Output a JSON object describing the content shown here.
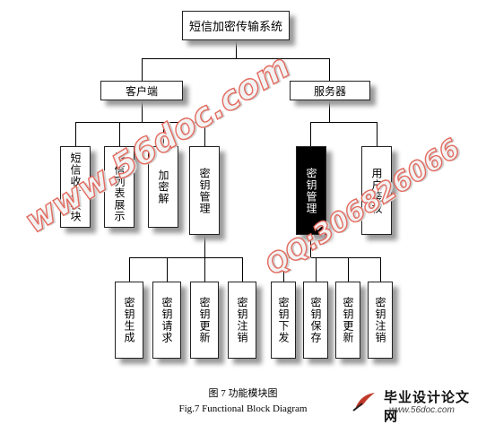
{
  "diagram": {
    "root": "短信加密传输系统",
    "client": "客户端",
    "server": "服务器",
    "client_modules": [
      "短信收发模块",
      "短信列表展示",
      "加密解",
      "密钥管理"
    ],
    "server_modules": [
      "密钥管理",
      "用户鉴权"
    ],
    "client_key_sub": [
      "密钥生成",
      "密钥请求",
      "密钥更新",
      "密钥注销"
    ],
    "server_key_sub": [
      "密钥下发",
      "密钥保存",
      "密钥更新",
      "密钥注销"
    ]
  },
  "watermark": {
    "site": "www.56doc.com",
    "qq": "QQ:306826066"
  },
  "caption": {
    "cn": "图 7    功能模块图",
    "en": "Fig.7    Functional Block Diagram"
  },
  "logo": {
    "title": "毕业设计论文网",
    "url": "www.56doc.com"
  },
  "colors": {
    "watermark_outline": "#e36a5e",
    "box_shadow": "#9a9a9a",
    "server_key_box": "#000000"
  }
}
